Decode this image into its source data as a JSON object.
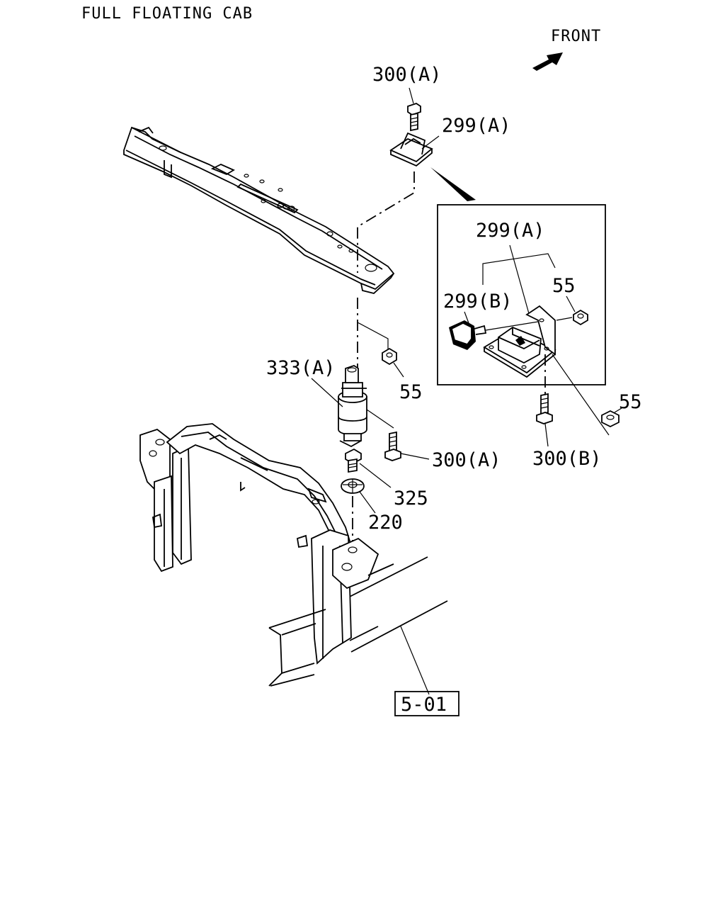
{
  "title": "FULL FLOATING CAB",
  "front_label": "FRONT",
  "callouts": {
    "bolt_300a_top": "300(A)",
    "mount_299a_top": "299(A)",
    "detail_299a": "299(A)",
    "detail_299b": "299(B)",
    "detail_55": "55",
    "nut_55_mid": "55",
    "nut_55_right": "55",
    "mount_333a": "333(A)",
    "bolt_300a_low": "300(A)",
    "bolt_300b": "300(B)",
    "bolt_325": "325",
    "washer_220": "220",
    "ref_box": "5-01"
  }
}
